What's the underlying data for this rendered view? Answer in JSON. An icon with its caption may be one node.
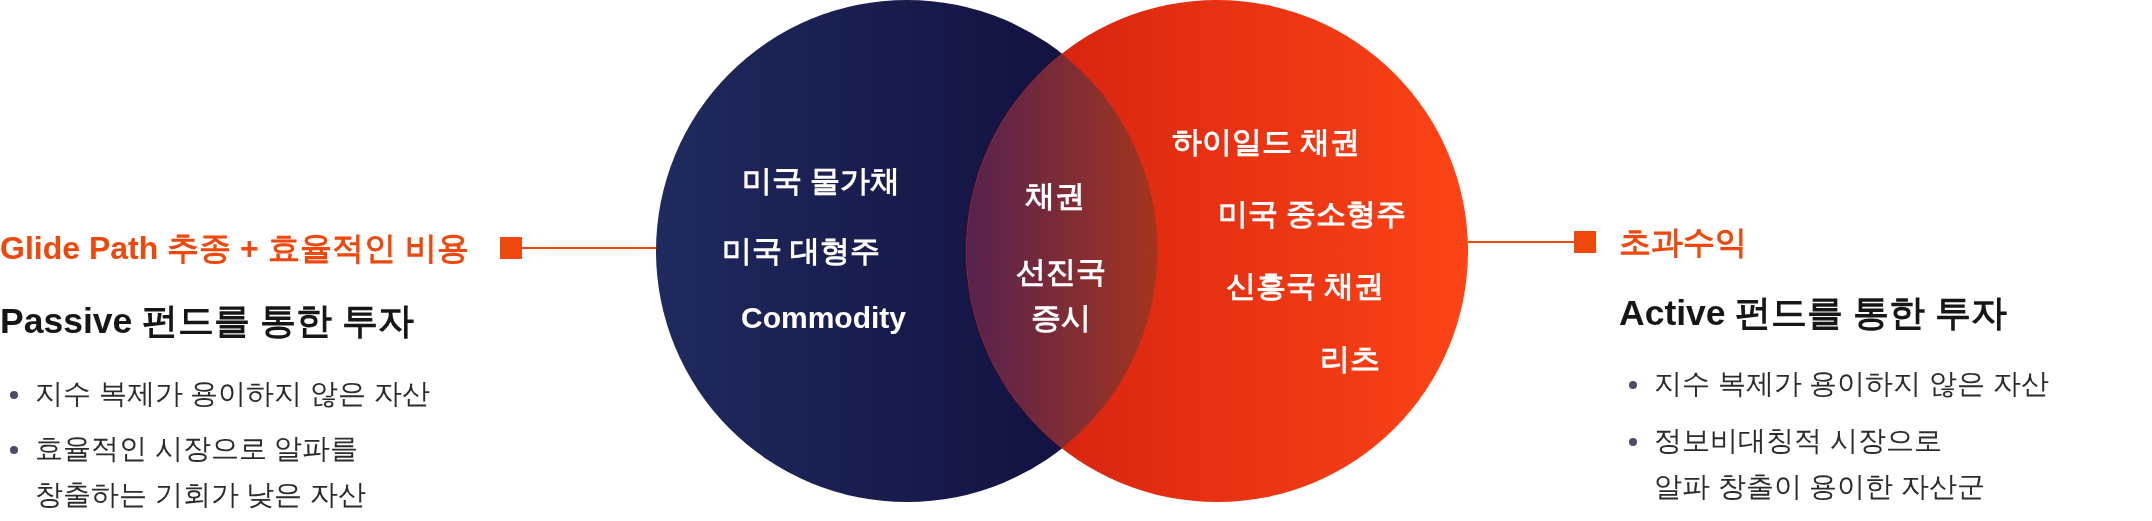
{
  "diagram": {
    "nodes": [
      {
        "text": [
          "Glide Path 추종 + 효율적인 비용",
          "Passive 펀드를 통한 투자",
          "지수 복제가 용이하지 않은 자산",
          "효율적인 시장으로 알파를 창출하는 기회가 낮은 자산"
        ]
      },
      {
        "text": [
          "미국 물가채",
          "미국 대형주",
          "Commodity"
        ]
      },
      {
        "text": [
          "채권",
          "선진국 증시"
        ]
      },
      {
        "text": [
          "하이일드 채권",
          "미국 중소형주",
          "신흥국 채권",
          "리츠"
        ]
      },
      {
        "text": [
          "초과수익",
          "Active 펀드를 통한 투자",
          "지수 복제가 용이하지 않은 자산",
          "정보비대칭적 시장으로 알파 창출이 용이한 자산군"
        ]
      }
    ],
    "edges": [
      {
        "from": 0,
        "to": 1,
        "arrow": "other"
      },
      {
        "from": 4,
        "to": 3,
        "arrow": "other"
      }
    ]
  }
}
